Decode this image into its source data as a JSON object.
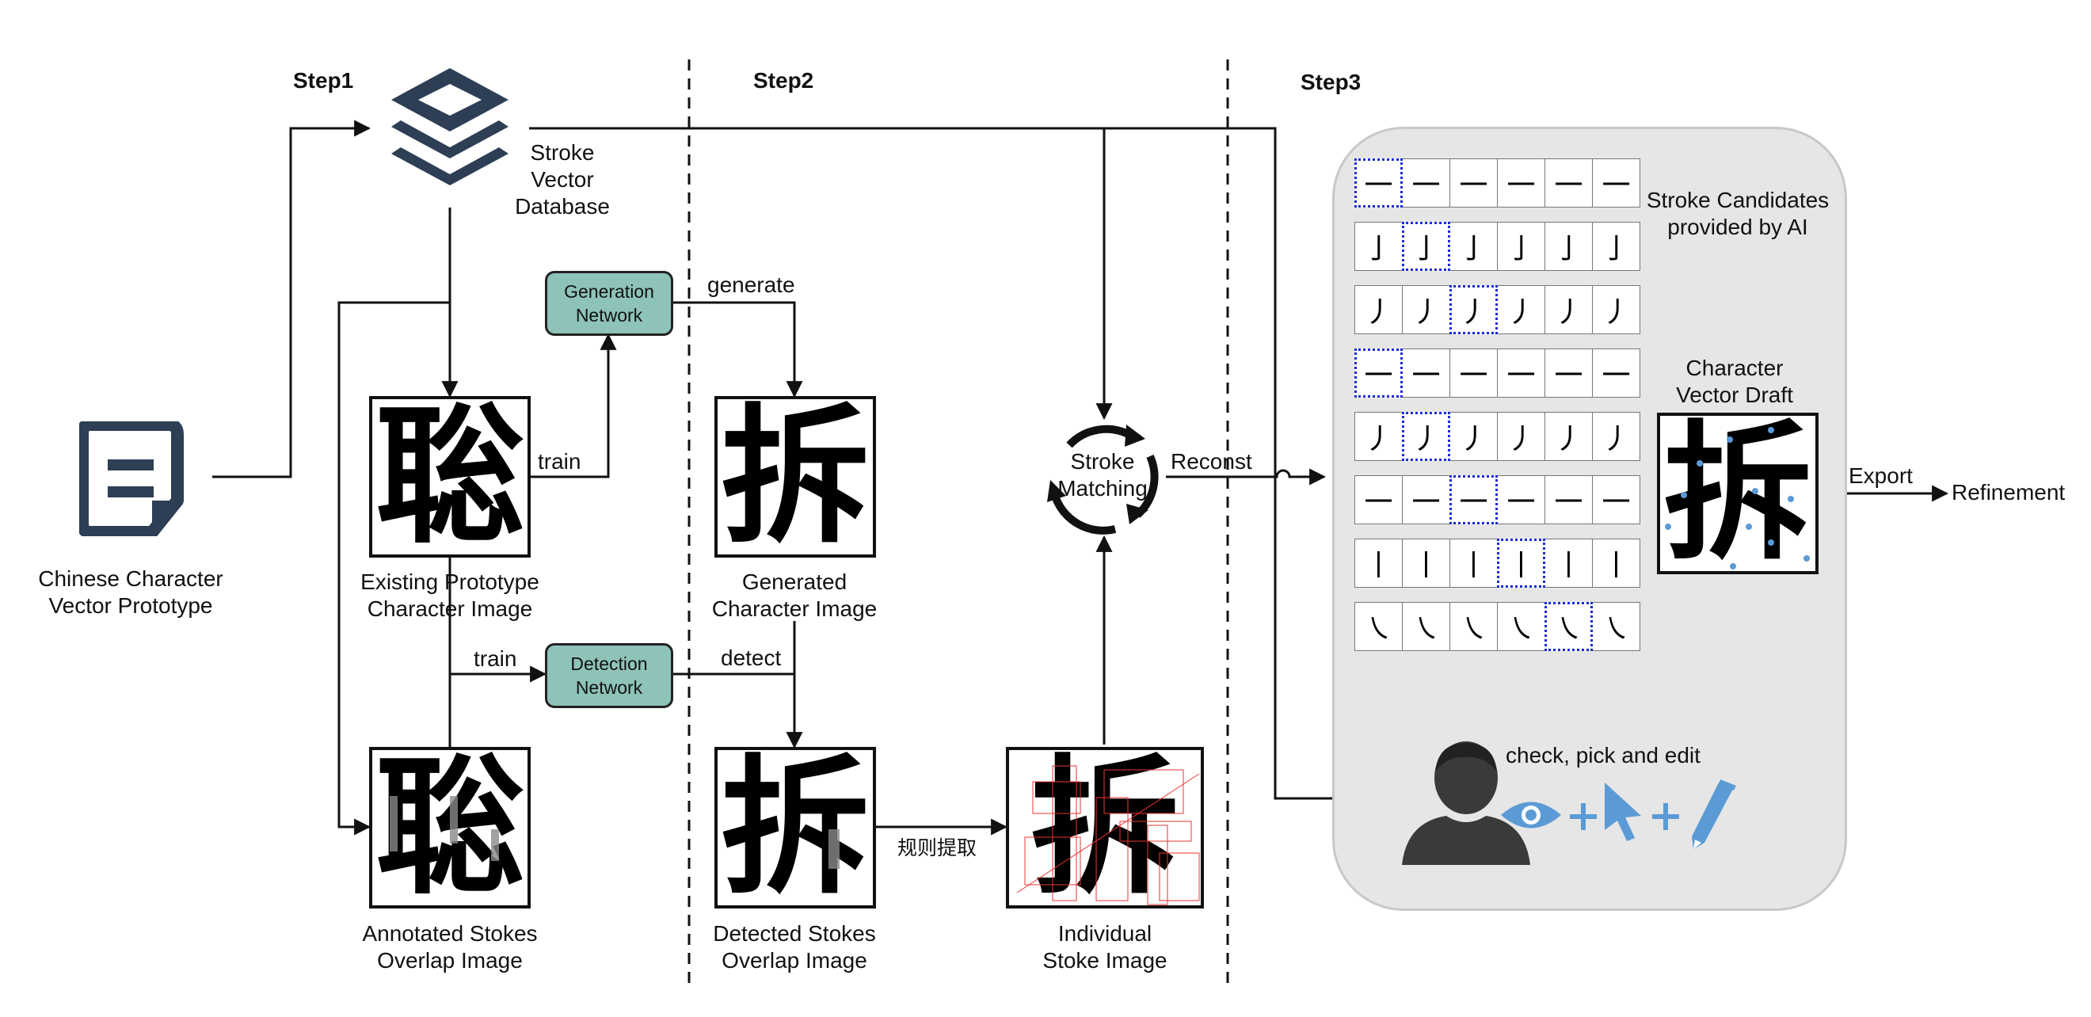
{
  "steps": {
    "step1": "Step1",
    "step2": "Step2",
    "step3": "Step3"
  },
  "nodes": {
    "prototype": {
      "label_line1": "Chinese Character",
      "label_line2": "Vector Prototype",
      "icon": "document-icon"
    },
    "database": {
      "label_line1": "Stroke",
      "label_line2": "Vector",
      "label_line3": "Database",
      "icon": "layers-stack-icon"
    },
    "generation_network": {
      "line1": "Generation",
      "line2": "Network",
      "color": "#8ec3b9"
    },
    "detection_network": {
      "line1": "Detection",
      "line2": "Network",
      "color": "#8ec3b9"
    },
    "existing_prototype": {
      "glyph": "聡",
      "label_line1": "Existing Prototype",
      "label_line2": "Character Image"
    },
    "annotated_strokes": {
      "glyph": "聡",
      "label_line1": "Annotated Stokes",
      "label_line2": "Overlap Image"
    },
    "generated_char": {
      "glyph": "拆",
      "label_line1": "Generated",
      "label_line2": "Character Image"
    },
    "detected_strokes": {
      "glyph": "拆",
      "label_line1": "Detected Stokes",
      "label_line2": "Overlap Image"
    },
    "individual_stroke": {
      "glyph": "拆",
      "label_line1": "Individual",
      "label_line2": "Stoke Image"
    },
    "stroke_matching": {
      "label_line1": "Stroke",
      "label_line2": "Matching",
      "icon": "cycle-arrows-icon"
    },
    "candidates": {
      "label_line1": "Stroke Candidates",
      "label_line2": "provided by AI"
    },
    "vector_draft": {
      "glyph": "拆",
      "label_line1": "Character",
      "label_line2": "Vector Draft"
    },
    "user": {
      "label": "check, pick and edit",
      "icons": [
        "user-icon",
        "eye-icon",
        "plus-icon",
        "cursor-icon",
        "plus-icon",
        "pencil-icon"
      ]
    },
    "refinement": {
      "label": "Refinement"
    }
  },
  "edges": {
    "train1": "train",
    "train2": "train",
    "generate": "generate",
    "detect": "detect",
    "rule_extract": "规则提取",
    "reconst": "Reconst",
    "export": "Export"
  },
  "candidate_grid": {
    "rows": [
      {
        "glyph": "一",
        "selected_index": 0
      },
      {
        "glyph": "亅",
        "selected_index": 1
      },
      {
        "glyph": "丿",
        "selected_index": 2
      },
      {
        "glyph": "一",
        "selected_index": 0
      },
      {
        "glyph": "丿",
        "selected_index": 1
      },
      {
        "glyph": "一",
        "selected_index": 2
      },
      {
        "glyph": "丨",
        "selected_index": 3
      },
      {
        "glyph": "㇏",
        "selected_index": 4
      }
    ],
    "columns": 6
  },
  "colors": {
    "network_fill": "#8ec3b9",
    "panel_fill": "#e6e6e6",
    "icon_dark": "#2d3e55",
    "icon_blue": "#5b9bd5",
    "selection": "#1a2bd6",
    "user": "#3a3a3a"
  }
}
